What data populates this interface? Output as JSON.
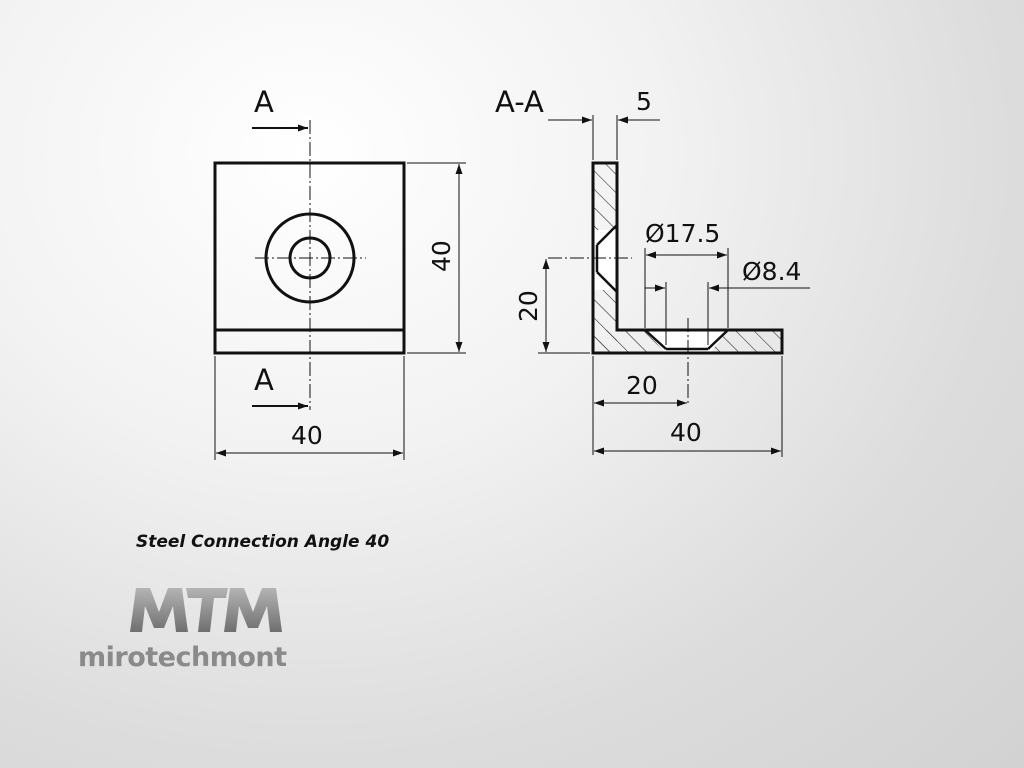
{
  "drawing": {
    "front_view": {
      "section_mark_top": "A",
      "section_mark_bottom": "A",
      "width_dim": "40",
      "height_dim": "40"
    },
    "section_view": {
      "title": "A-A",
      "thickness_dim": "5",
      "counterbore_dim": "Ø17.5",
      "hole_dim": "Ø8.4",
      "hole_height_dim": "20",
      "hole_offset_dim": "20",
      "length_dim": "40"
    }
  },
  "caption": "Steel Connection Angle 40",
  "brand": {
    "logo_mark": "MTM",
    "name": "mirotechmont",
    "color": "#8a8a8a"
  }
}
